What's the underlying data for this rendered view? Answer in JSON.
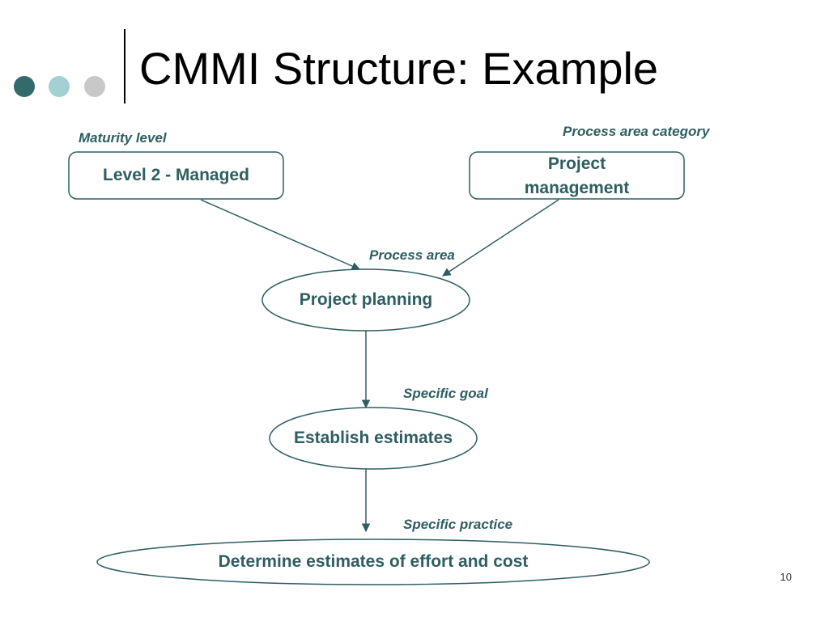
{
  "slide": {
    "title": "CMMI Structure: Example",
    "page_number": "10"
  },
  "colors": {
    "accent": "#2e5e60",
    "dot_dark": "#336a6c",
    "dot_light": "#a3d0d2",
    "dot_gray": "#c8c8c8"
  },
  "diagram": {
    "labels": {
      "maturity_level": "Maturity level",
      "process_area_category": "Process area category",
      "process_area": "Process area",
      "specific_goal": "Specific goal",
      "specific_practice": "Specific practice"
    },
    "nodes": {
      "level": "Level 2 - Managed",
      "category_line1": "Project",
      "category_line2": "management",
      "process_area": "Project planning",
      "goal": "Establish estimates",
      "practice": "Determine estimates of effort and cost"
    }
  }
}
